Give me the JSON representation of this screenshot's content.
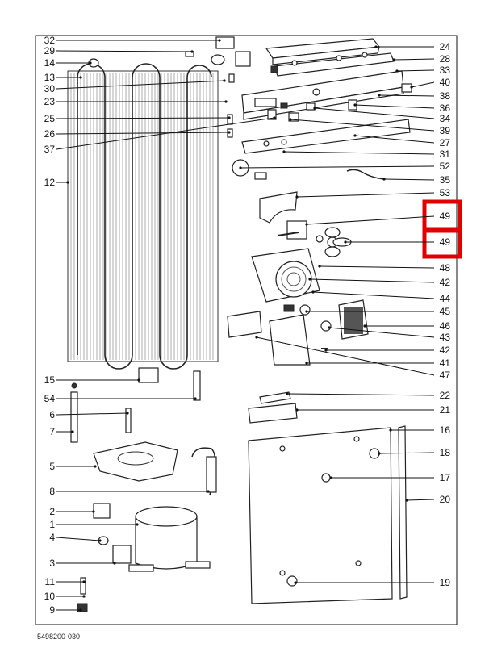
{
  "diagram": {
    "document_id": "5498200-030",
    "highlighted_labels": [
      "49",
      "49"
    ],
    "highlight_color": "#e00000",
    "labels_right": [
      "24",
      "28",
      "33",
      "40",
      "38",
      "36",
      "34",
      "39",
      "27",
      "31",
      "52",
      "35",
      "53",
      "49",
      "49",
      "48",
      "42",
      "44",
      "45",
      "46",
      "43",
      "42",
      "41",
      "47",
      "22",
      "21",
      "16",
      "18",
      "17",
      "20",
      "19"
    ],
    "labels_left": [
      "32",
      "29",
      "14",
      "13",
      "30",
      "23",
      "25",
      "26",
      "37",
      "12",
      "15",
      "54",
      "6",
      "7",
      "5",
      "8",
      "2",
      "1",
      "4",
      "3",
      "11",
      "10",
      "9"
    ]
  }
}
